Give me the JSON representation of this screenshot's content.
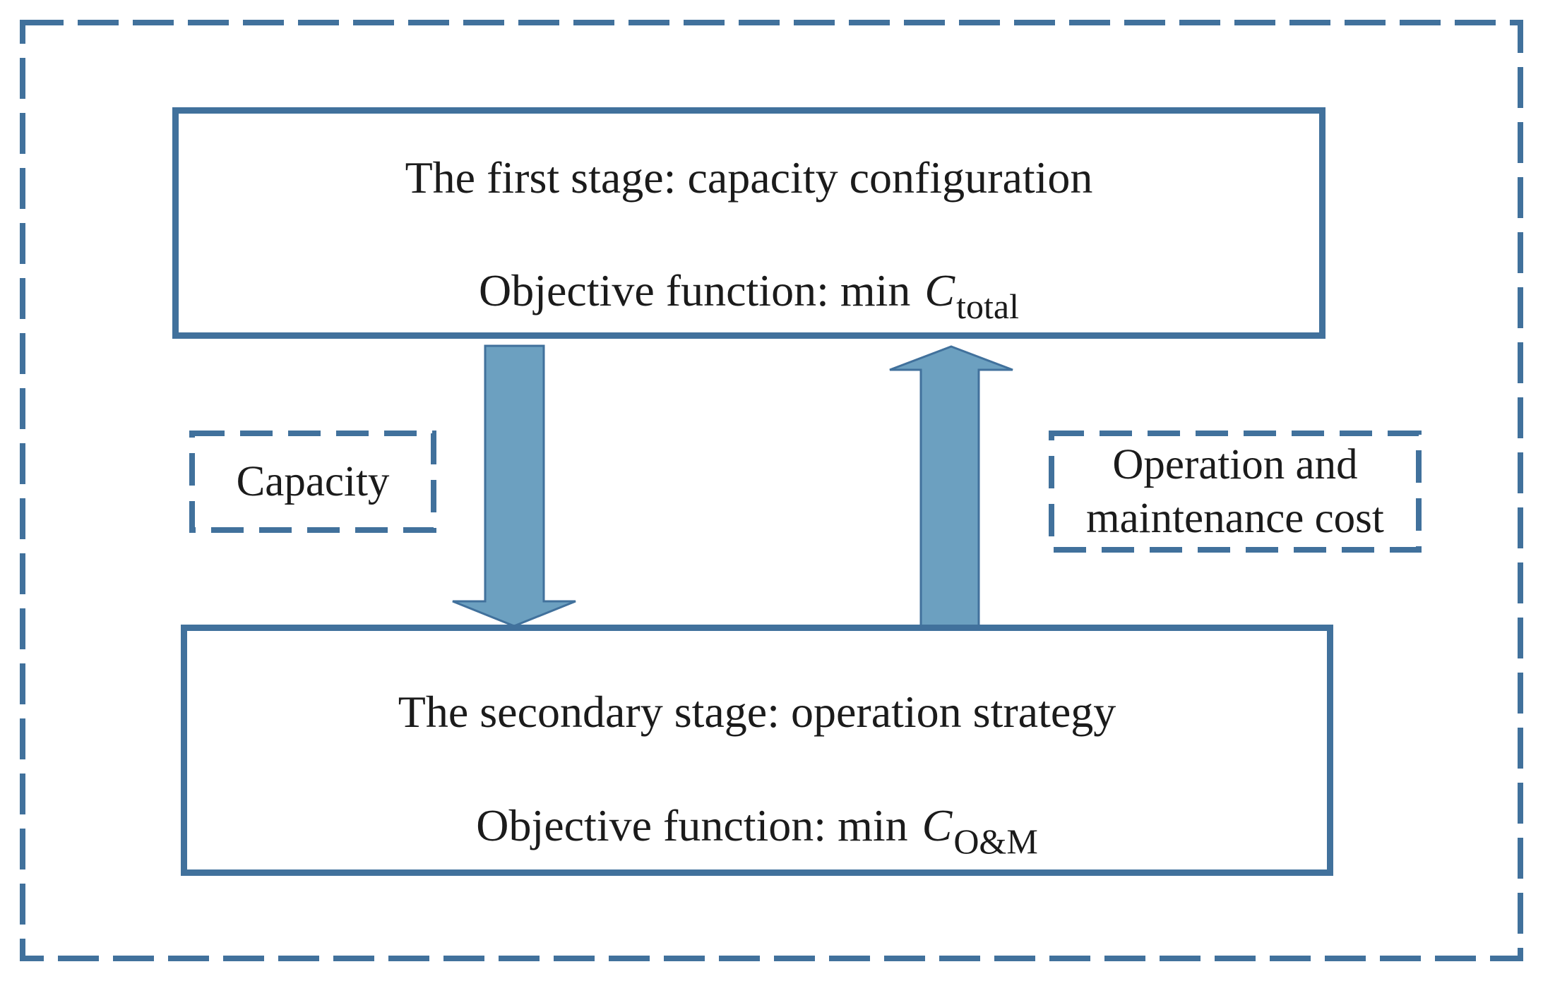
{
  "colors": {
    "line_blue": "#41719C",
    "arrow_fill": "#6CA0C0",
    "text_dark": "#1b1b1b",
    "background": "#ffffff"
  },
  "top_box": {
    "title": "The first stage: capacity configuration",
    "objective_prefix": "Objective function: min",
    "objective_symbol": "C",
    "objective_subscript": "total"
  },
  "bottom_box": {
    "title": "The secondary stage: operation strategy",
    "objective_prefix": "Objective function: min",
    "objective_symbol": "C",
    "objective_subscript": "O&M"
  },
  "labels": {
    "capacity": "Capacity",
    "om_line1": "Operation and",
    "om_line2": "maintenance cost"
  }
}
